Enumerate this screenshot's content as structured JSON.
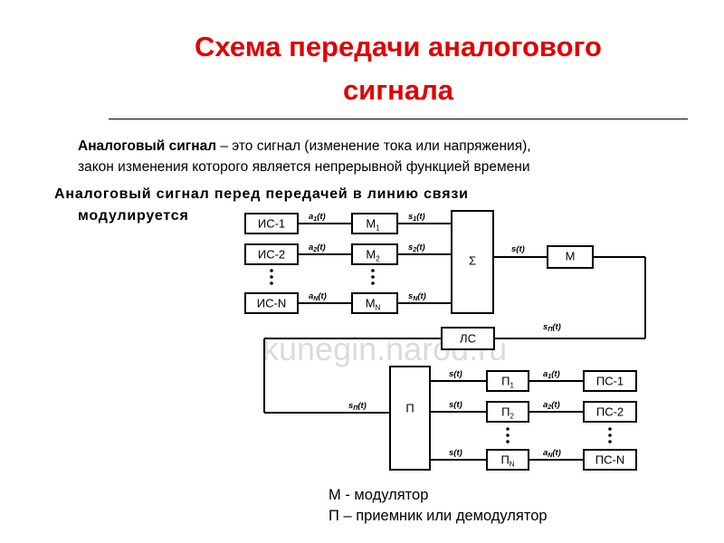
{
  "title_line1": "Схема передачи аналогового",
  "title_line2": "сигнала",
  "definition": {
    "term": "Аналоговый сигнал",
    "dash": " – ",
    "text1": " это сигнал (изменение тока или напряжения),",
    "text2": "закон изменения которого является непрерывной функцией времени"
  },
  "modulation": {
    "line1": "Аналоговый сигнал перед передачей в линию связи",
    "line2": "модулируется"
  },
  "diagram": {
    "sources": [
      "ИС-1",
      "ИС-2",
      "ИС-N"
    ],
    "modulators": [
      {
        "base": "М",
        "sub": "1"
      },
      {
        "base": "М",
        "sub": "2"
      },
      {
        "base": "М",
        "sub": "N"
      }
    ],
    "a_labels": [
      {
        "base": "a",
        "sub": "1",
        "tail": "(t)"
      },
      {
        "base": "a",
        "sub": "2",
        "tail": "(t)"
      },
      {
        "base": "a",
        "sub": "N",
        "tail": "(t)"
      }
    ],
    "s_labels": [
      {
        "base": "s",
        "sub": "1",
        "tail": "(t)"
      },
      {
        "base": "s",
        "sub": "2",
        "tail": "(t)"
      },
      {
        "base": "s",
        "sub": "N",
        "tail": "(t)"
      }
    ],
    "sum_symbol": "Σ",
    "sum_output": "s(t)",
    "main_modulator": "М",
    "line_signal": {
      "base": "s",
      "sub": "П",
      "tail": "(t)"
    },
    "line": "ЛС",
    "receiver_input": {
      "base": "s",
      "sub": "П",
      "tail": "(t)"
    },
    "receiver": "П",
    "out_signal": "s(t)",
    "demods": [
      {
        "base": "П",
        "sub": "1"
      },
      {
        "base": "П",
        "sub": "2"
      },
      {
        "base": "П",
        "sub": "N"
      }
    ],
    "out_a": [
      {
        "base": "a",
        "sub": "1",
        "tail": "(t)"
      },
      {
        "base": "a",
        "sub": "2",
        "tail": "(t)"
      },
      {
        "base": "a",
        "sub": "N",
        "tail": "(t)"
      }
    ],
    "consumers": [
      "ПС-1",
      "ПС-2",
      "ПС-N"
    ],
    "watermark": "kunegin.narod.ru"
  },
  "legend": {
    "m": "М -  модулятор",
    "p": "П – приемник или демодулятор"
  }
}
